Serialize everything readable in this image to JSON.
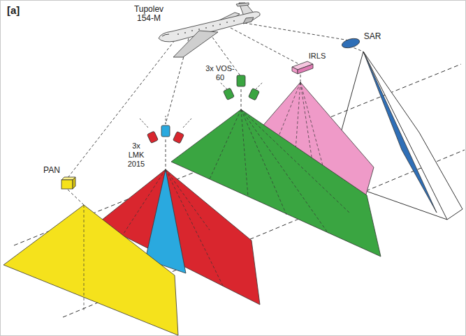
{
  "diagram": {
    "labels": [
      "[a]",
      "Tupolev 154-M",
      "PAN",
      "3x LMK 2015",
      "3x VOS-60",
      "IRLS",
      "SAR"
    ]
  }
}
